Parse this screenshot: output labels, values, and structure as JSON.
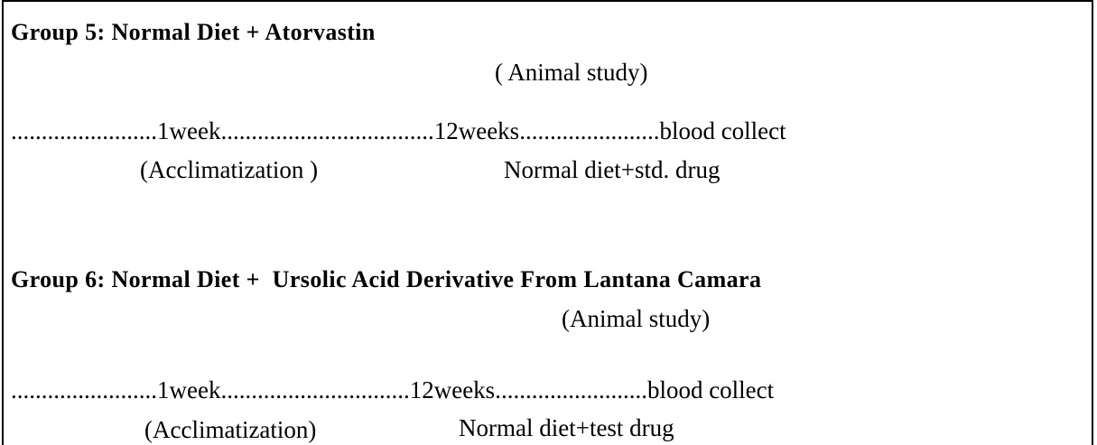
{
  "group5": {
    "title": "Group 5: Normal Diet + Atorvastin",
    "subtitle": "( Animal study)",
    "timeline": "........................1week...................................12weeks.......................blood collect",
    "phase1_label": "(Acclimatization )",
    "phase2_label": "Normal diet+std. drug"
  },
  "group6": {
    "title": "Group 6: Normal Diet +  Ursolic Acid Derivative From Lantana Camara",
    "subtitle": "(Animal study)",
    "timeline": "........................1week...............................12weeks.........................blood collect",
    "phase1_label": "(Acclimatization)",
    "phase2_label": "Normal diet+test drug"
  }
}
